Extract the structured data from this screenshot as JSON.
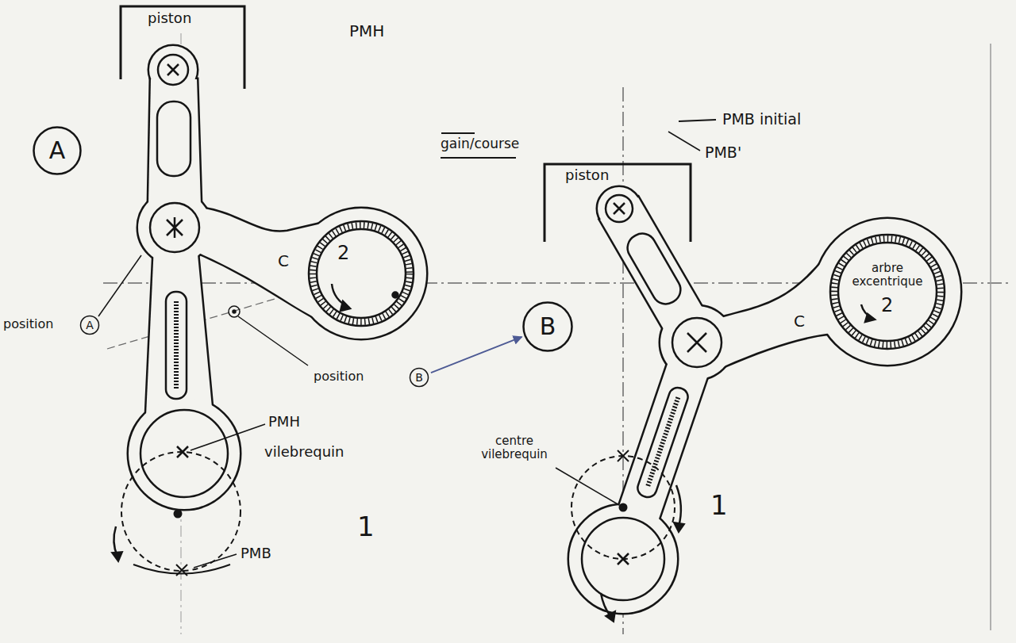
{
  "diagram": {
    "nodes": [
      {
        "text": [
          "A"
        ]
      },
      {
        "text": [
          "A"
        ]
      },
      {
        "text": [
          "B"
        ]
      },
      {
        "text": [
          "B"
        ]
      }
    ],
    "edges": [
      {
        "from": 3,
        "to": 2,
        "arrow": "to"
      }
    ],
    "labels": [
      "piston",
      "PMH",
      "gain/course",
      "PMB initial",
      "PMB'",
      "piston",
      "C",
      "2",
      "position",
      "arbre excentrique",
      "C",
      "2",
      "position",
      "PMH",
      "centre vilebrequin",
      "vilebrequin",
      "1",
      "1",
      "PMB"
    ]
  }
}
